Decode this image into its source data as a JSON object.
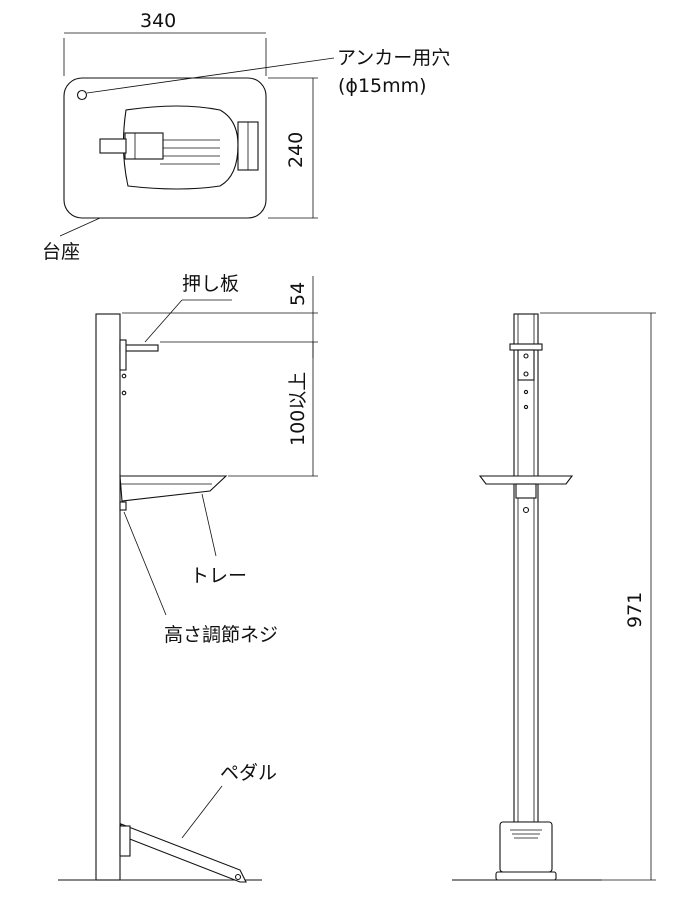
{
  "dimensions": {
    "base_width": "340",
    "base_depth": "240",
    "push_plate_offset": "54",
    "tray_min_height": "100以上",
    "total_height": "971"
  },
  "labels": {
    "anchor_hole": "アンカー用穴",
    "anchor_hole_size": "(ϕ15mm)",
    "base": "台座",
    "push_plate": "押し板",
    "tray": "トレー",
    "height_screw": "高さ調節ネジ",
    "pedal": "ペダル"
  }
}
